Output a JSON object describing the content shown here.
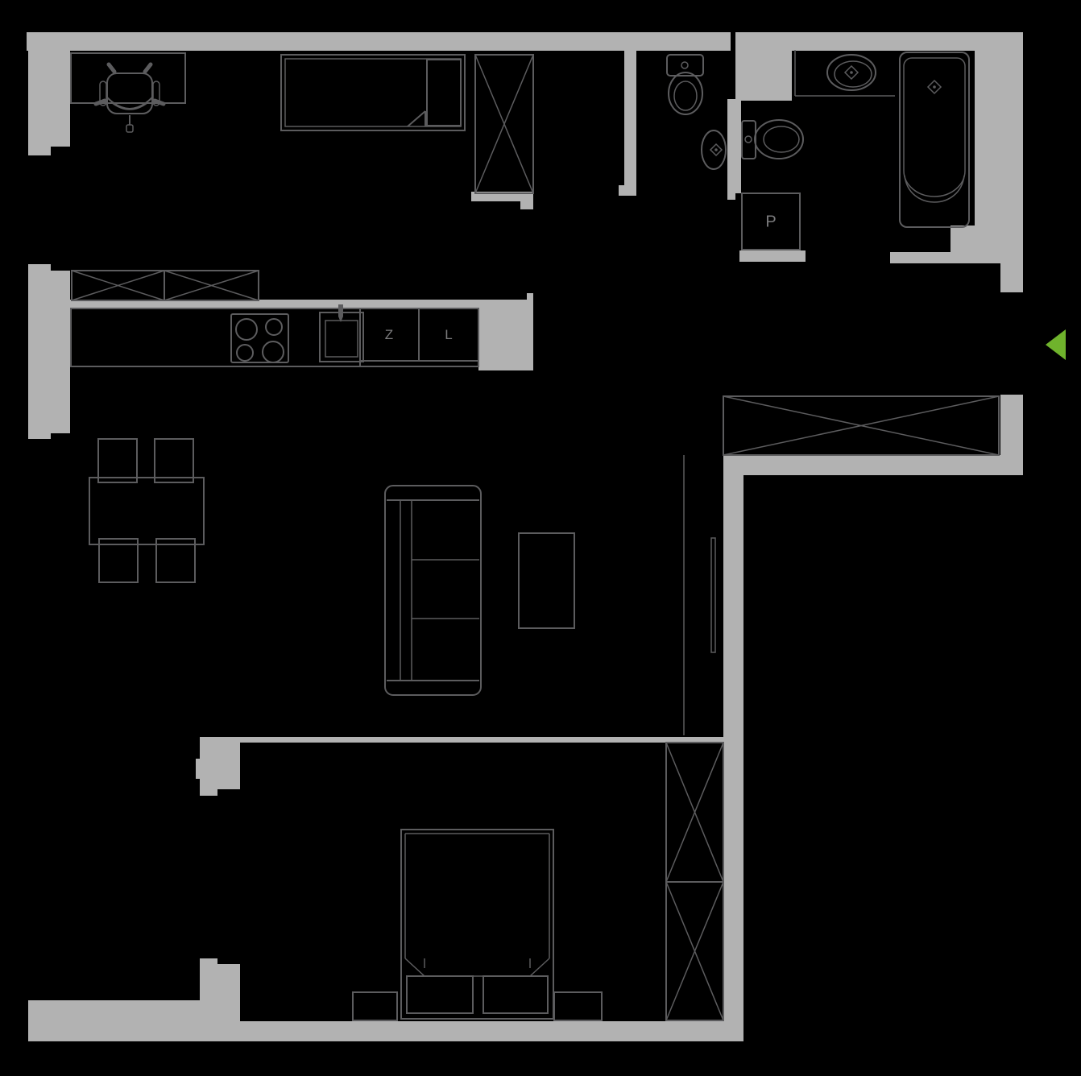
{
  "labels": {
    "kitchen_sink_unit": "Z",
    "kitchen_fridge_unit": "L",
    "washing_machine": "P"
  },
  "colors": {
    "background": "#000000",
    "wall": "#b2b2b2",
    "line": "#5c5c5e",
    "label_text": "#7a7a7c",
    "accent_green": "#6fb32c"
  }
}
